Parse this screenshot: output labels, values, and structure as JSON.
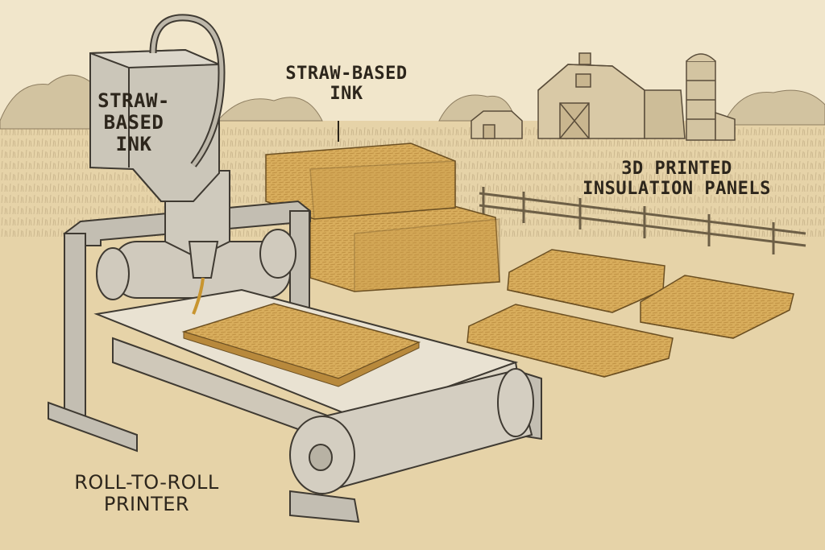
{
  "labels": {
    "hopper": [
      "STRAW-",
      "BASED",
      "INK"
    ],
    "bale": [
      "STRAW-BASED",
      "INK"
    ],
    "panels": [
      "3D PRINTED",
      "INSULATION PANELS"
    ],
    "printer": [
      "ROLL-TO-ROLL",
      "PRINTER"
    ]
  },
  "colors": {
    "parchment": "#efe3c6",
    "straw": "#d8ad5c",
    "straw_dark": "#b8893c",
    "metal": "#b5b0a4",
    "ink_line": "#4a3f30"
  }
}
